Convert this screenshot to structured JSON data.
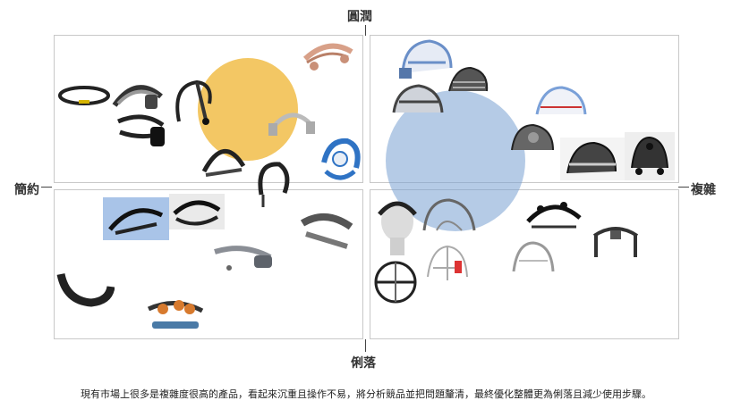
{
  "axes": {
    "top": "圓潤",
    "bottom": "俐落",
    "left": "簡約",
    "right": "複雜"
  },
  "colors": {
    "simple_cluster": "#EEB228",
    "complex_cluster": "#78A0D2",
    "quadrant_border": "#C8C8C8"
  },
  "caption": "現有市場上很多是複雜度很高的產品，看起來沉重且操作不易，將分析競品並把問題釐清，最終優化整體更為俐落且減少使用步驟。"
}
